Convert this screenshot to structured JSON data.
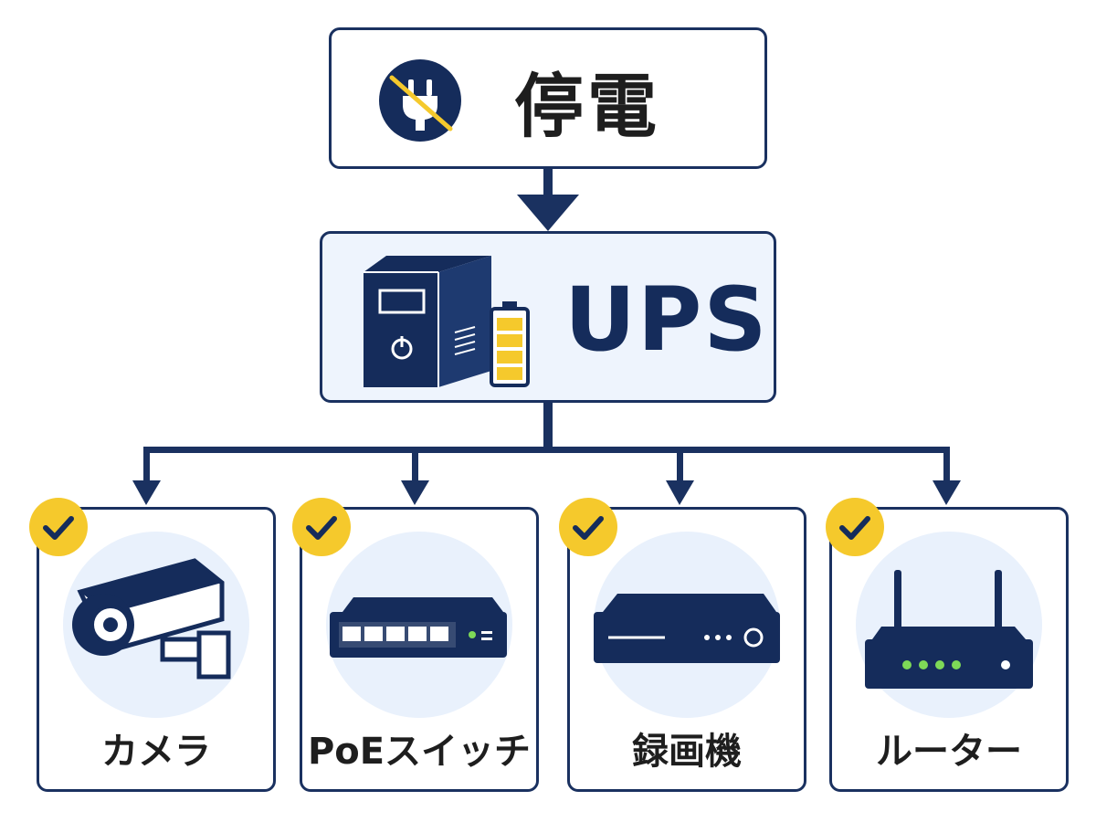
{
  "outage": {
    "label": "停電",
    "icon": "unplugged-power-icon"
  },
  "ups": {
    "label": "UPS",
    "icon": "ups-battery-icon"
  },
  "devices": [
    {
      "label": "カメラ",
      "icon": "security-camera-icon",
      "checked": true
    },
    {
      "label": "PoEスイッチ",
      "icon": "network-switch-icon",
      "checked": true
    },
    {
      "label": "録画機",
      "icon": "recorder-icon",
      "checked": true
    },
    {
      "label": "ルーター",
      "icon": "router-icon",
      "checked": true
    }
  ],
  "colors": {
    "navy": "#1a3160",
    "yellow": "#f5c92c",
    "light_blue": "#e9f1fc",
    "green": "#7ed957"
  }
}
